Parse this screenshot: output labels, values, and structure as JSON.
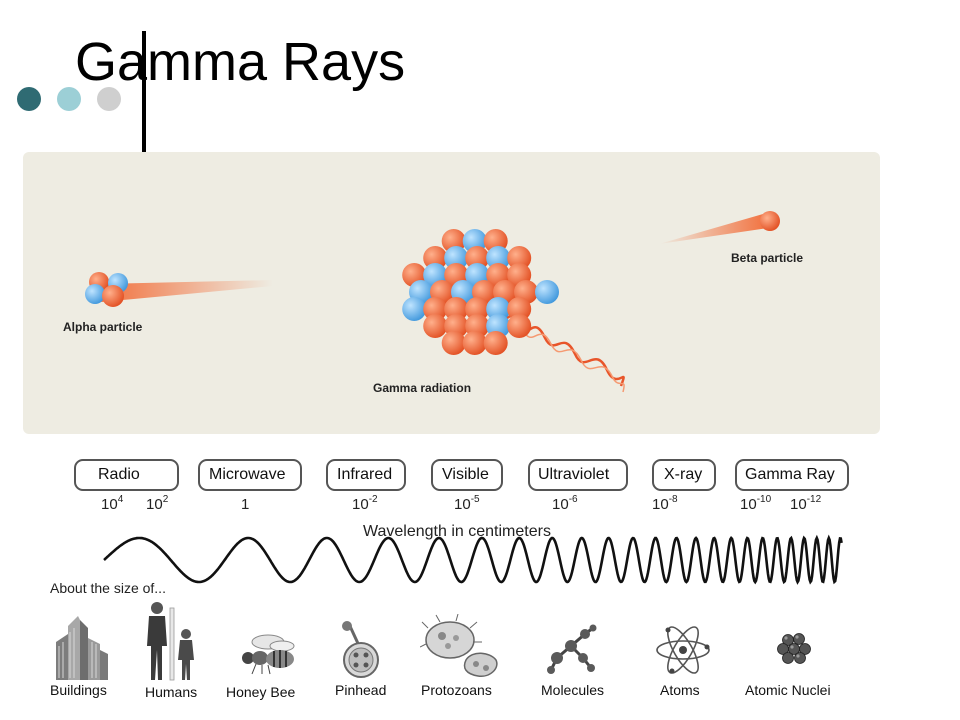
{
  "slide": {
    "title": "Gamma Rays",
    "accent_dots": [
      "#2f6b73",
      "#9ccfd6",
      "#cfcfcf"
    ]
  },
  "radiation_panel": {
    "alpha_label": "Alpha particle",
    "beta_label": "Beta particle",
    "gamma_label": "Gamma radiation",
    "colors": {
      "proton": "#ef6a3a",
      "neutron": "#5aaee6",
      "trail": "#f26a35",
      "background": "#eeece2"
    }
  },
  "spectrum": {
    "bands": [
      "Radio",
      "Microwave",
      "Infrared",
      "Visible",
      "Ultraviolet",
      "X-ray",
      "Gamma Ray"
    ],
    "wavelengths": {
      "radio_a": {
        "base": "10",
        "exp": "4"
      },
      "radio_b": {
        "base": "10",
        "exp": "2"
      },
      "microwave": {
        "base": "1",
        "exp": ""
      },
      "infrared": {
        "base": "10",
        "exp": "-2"
      },
      "visible": {
        "base": "10",
        "exp": "-5"
      },
      "ultraviolet": {
        "base": "10",
        "exp": "-6"
      },
      "xray": {
        "base": "10",
        "exp": "-8"
      },
      "gamma_a": {
        "base": "10",
        "exp": "-10"
      },
      "gamma_b": {
        "base": "10",
        "exp": "-12"
      }
    },
    "axis_label": "Wavelength in centimeters",
    "size_intro": "About the size of...",
    "size_examples": [
      {
        "label": "Buildings",
        "icon": "buildings-icon"
      },
      {
        "label": "Humans",
        "icon": "humans-icon"
      },
      {
        "label": "Honey Bee",
        "icon": "honey-bee-icon"
      },
      {
        "label": "Pinhead",
        "icon": "pinhead-icon"
      },
      {
        "label": "Protozoans",
        "icon": "protozoans-icon"
      },
      {
        "label": "Molecules",
        "icon": "molecules-icon"
      },
      {
        "label": "Atoms",
        "icon": "atom-icon"
      },
      {
        "label": "Atomic Nuclei",
        "icon": "atomic-nucleus-icon"
      }
    ]
  }
}
